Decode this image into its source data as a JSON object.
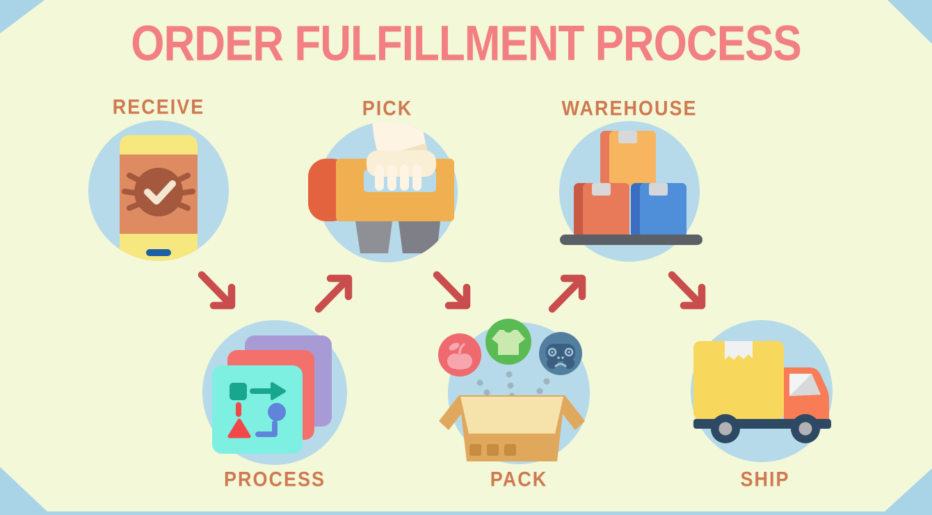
{
  "title": "ORDER FULFILLMENT PROCESS",
  "steps": [
    {
      "id": "receive",
      "label": "RECEIVE",
      "row": "top",
      "icon": "smartphone-order-received-icon"
    },
    {
      "id": "pick",
      "label": "PICK",
      "row": "top",
      "icon": "hand-picking-crate-icon"
    },
    {
      "id": "warehouse",
      "label": "WAREHOUSE",
      "row": "top",
      "icon": "stacked-boxes-pallet-icon"
    },
    {
      "id": "process",
      "label": "PROCESS",
      "row": "bottom",
      "icon": "workflow-cards-icon"
    },
    {
      "id": "pack",
      "label": "PACK",
      "row": "bottom",
      "icon": "open-box-items-icon"
    },
    {
      "id": "ship",
      "label": "SHIP",
      "row": "bottom",
      "icon": "delivery-truck-icon"
    }
  ],
  "flow": [
    {
      "from": "RECEIVE",
      "to": "PROCESS",
      "direction": "down-right"
    },
    {
      "from": "PROCESS",
      "to": "PICK",
      "direction": "up-right"
    },
    {
      "from": "PICK",
      "to": "PACK",
      "direction": "down-right"
    },
    {
      "from": "PACK",
      "to": "WAREHOUSE",
      "direction": "up-right"
    },
    {
      "from": "WAREHOUSE",
      "to": "SHIP",
      "direction": "down-right"
    }
  ],
  "colors": {
    "background": "#f3f8d8",
    "corner_accent": "#a9d3e7",
    "icon_circle": "#b6dae9",
    "title_text": "#f28082",
    "label_text": "#cf7950",
    "arrow": "#c94d4c"
  }
}
